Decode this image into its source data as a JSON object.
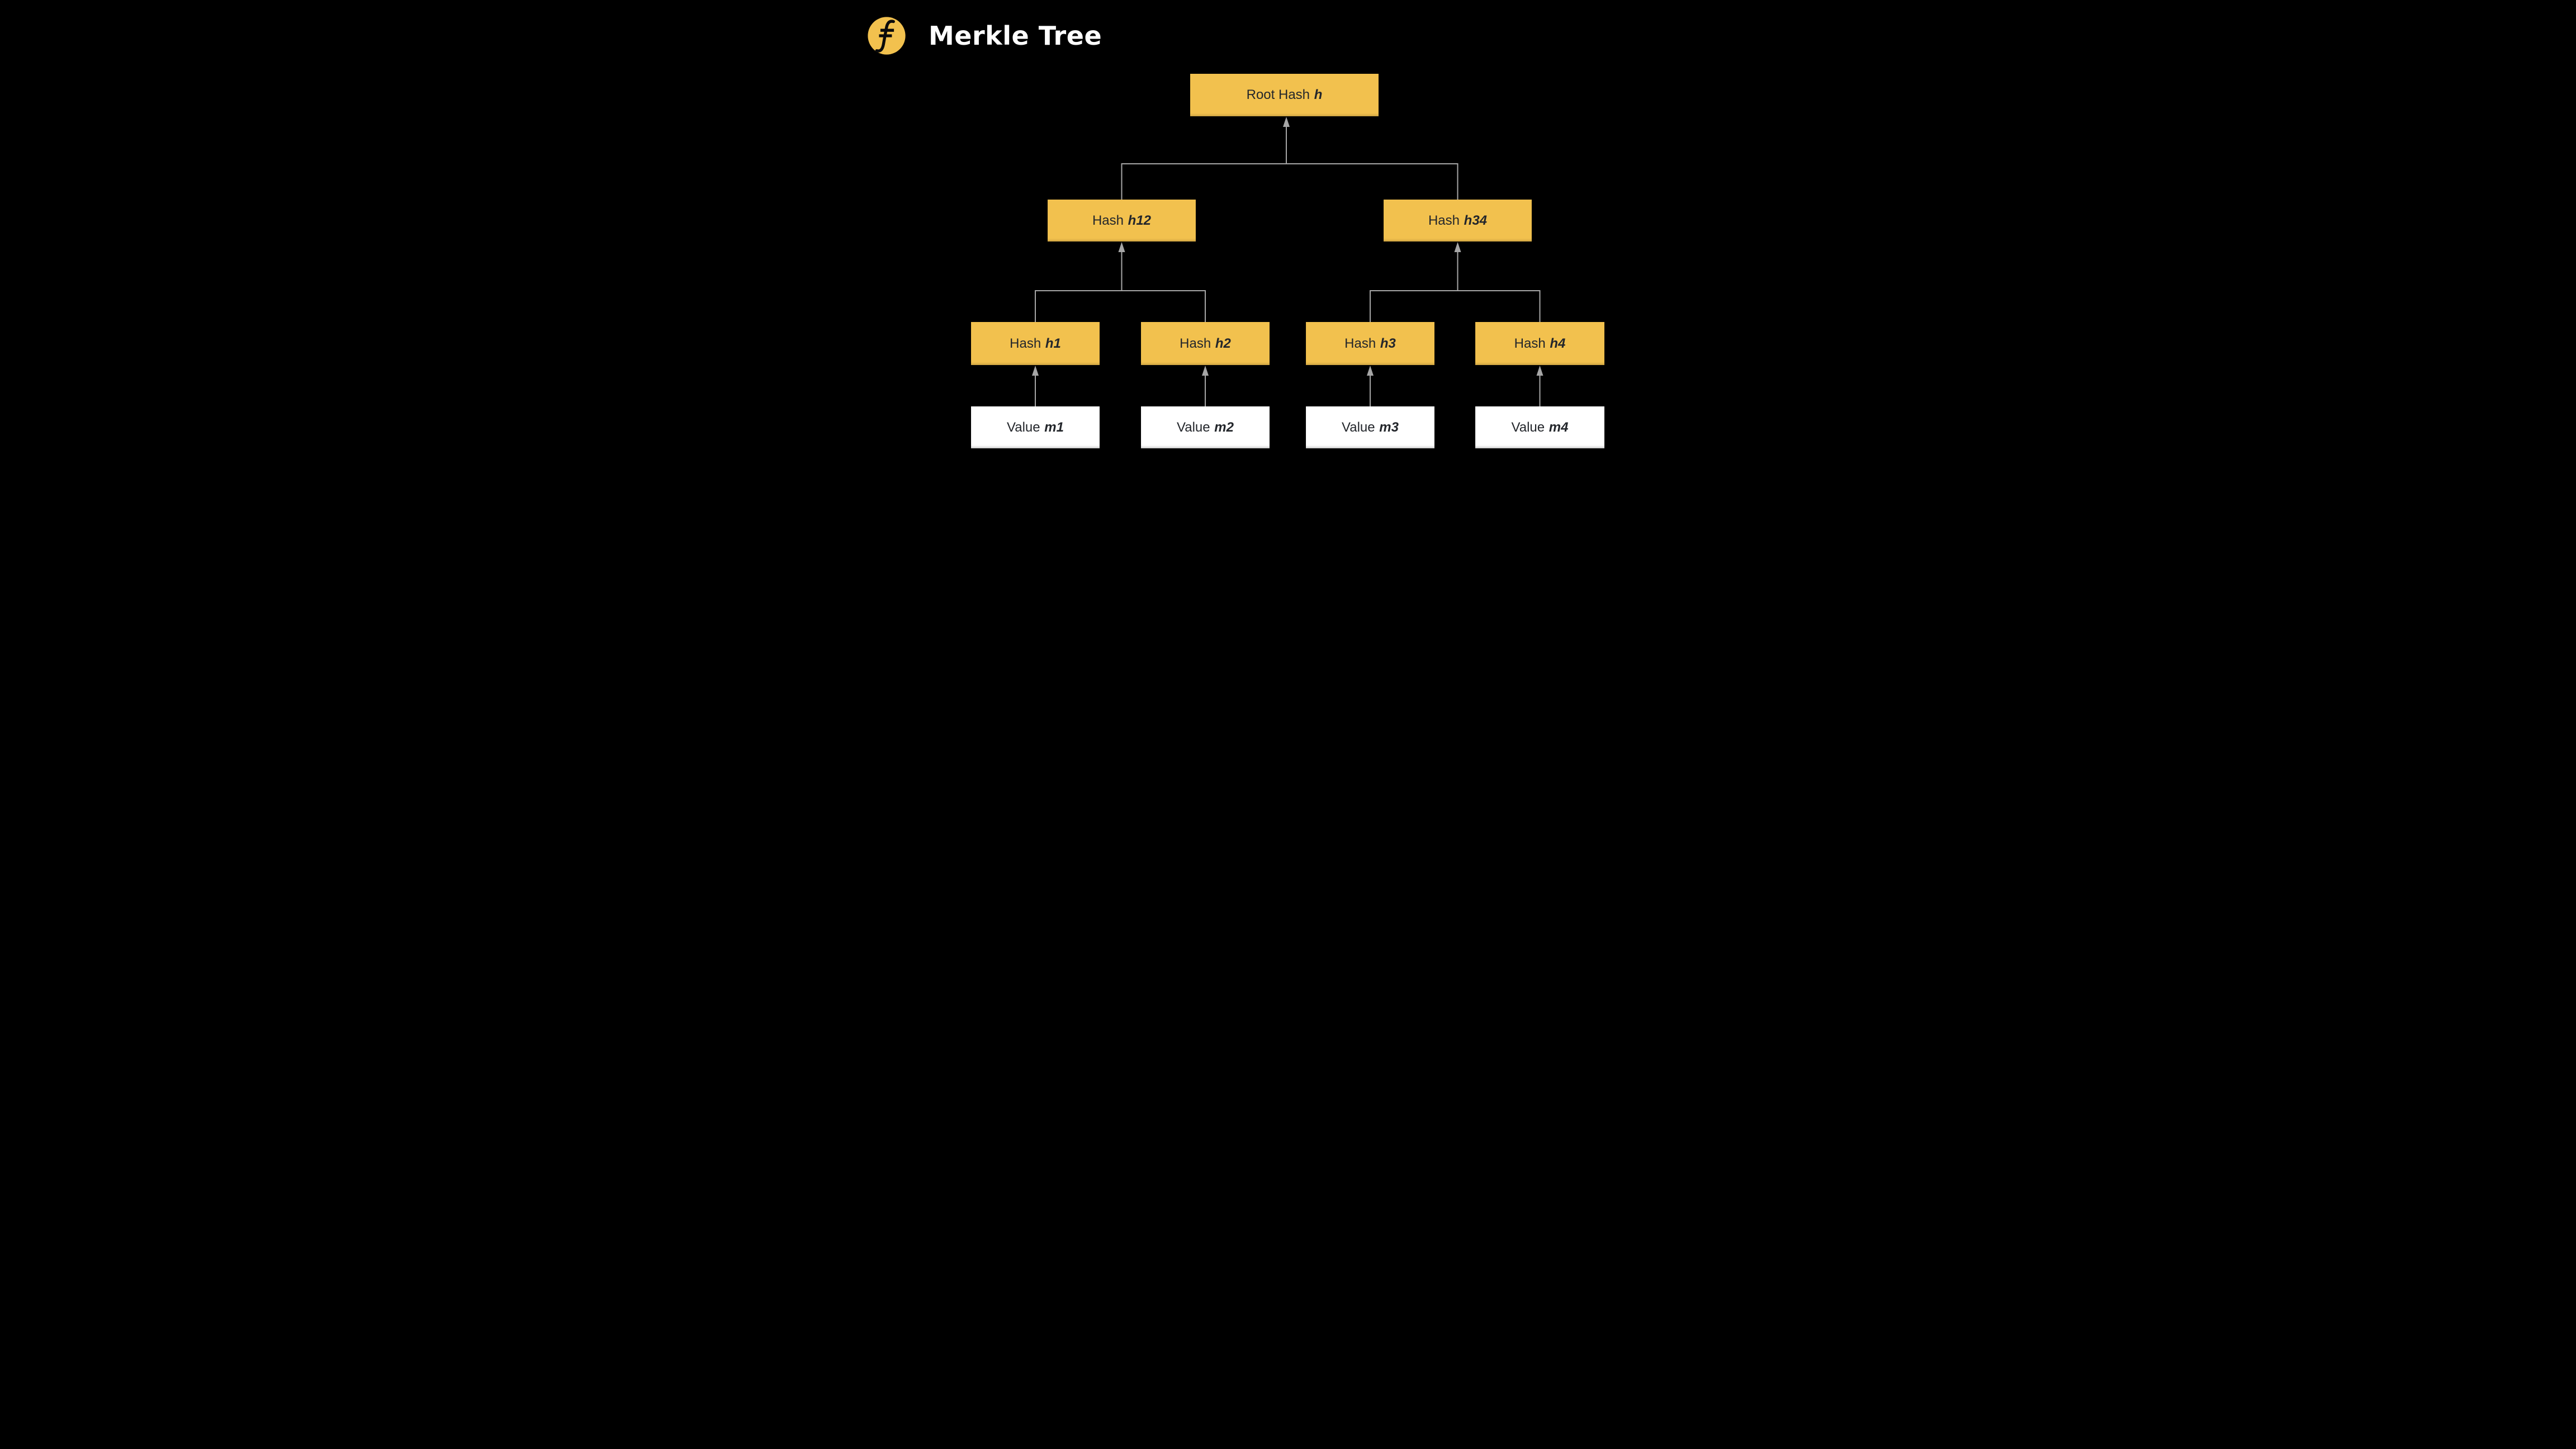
{
  "header": {
    "title": "Merkle Tree"
  },
  "logo": {
    "icon": "filecoin-icon"
  },
  "colors": {
    "background": "#000000",
    "box_yellow": "#F2C14E",
    "box_white": "#FFFFFF",
    "text_dark": "#23262B",
    "connector_gray": "#A6A6A6",
    "title_white": "#FFFFFF"
  },
  "tree": {
    "root": {
      "prefix": "Root Hash",
      "em": "h"
    },
    "branches": [
      {
        "prefix": "Hash",
        "em": "h12"
      },
      {
        "prefix": "Hash",
        "em": "h34"
      }
    ],
    "hashes": [
      {
        "prefix": "Hash",
        "em": "h1"
      },
      {
        "prefix": "Hash",
        "em": "h2"
      },
      {
        "prefix": "Hash",
        "em": "h3"
      },
      {
        "prefix": "Hash",
        "em": "h4"
      }
    ],
    "values": [
      {
        "prefix": "Value",
        "em": "m1"
      },
      {
        "prefix": "Value",
        "em": "m2"
      },
      {
        "prefix": "Value",
        "em": "m3"
      },
      {
        "prefix": "Value",
        "em": "m4"
      }
    ]
  }
}
